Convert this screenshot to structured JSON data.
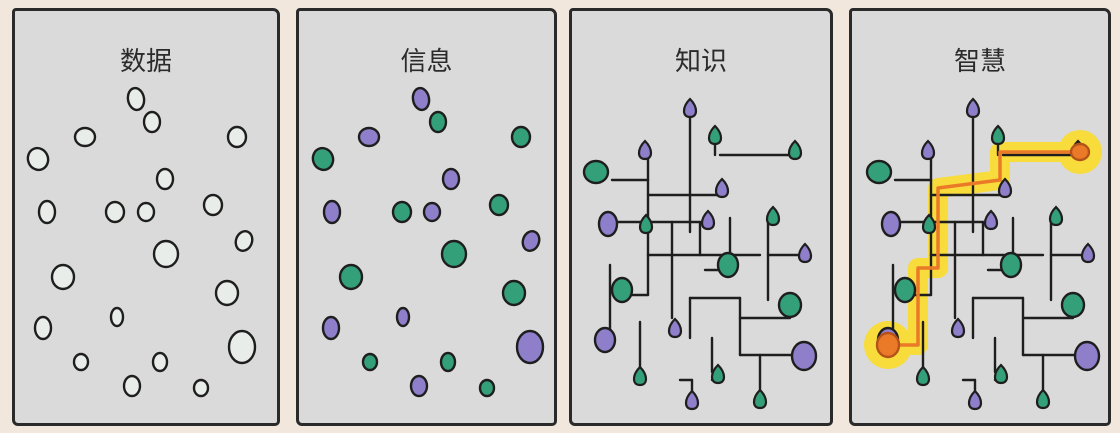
{
  "colors": {
    "background": "#f1e7dc",
    "panel": "#d9dad9",
    "ink": "#1e1e1e",
    "hollow_node": "#e9ede9",
    "green_node": "#34a07a",
    "purple_node": "#8f7ec9",
    "highlight_glow": "#f7dc3c",
    "highlight_path": "#ea7a28"
  },
  "panels": [
    {
      "title": "数据"
    },
    {
      "title": "信息"
    },
    {
      "title": "知识"
    },
    {
      "title": "智慧"
    }
  ]
}
